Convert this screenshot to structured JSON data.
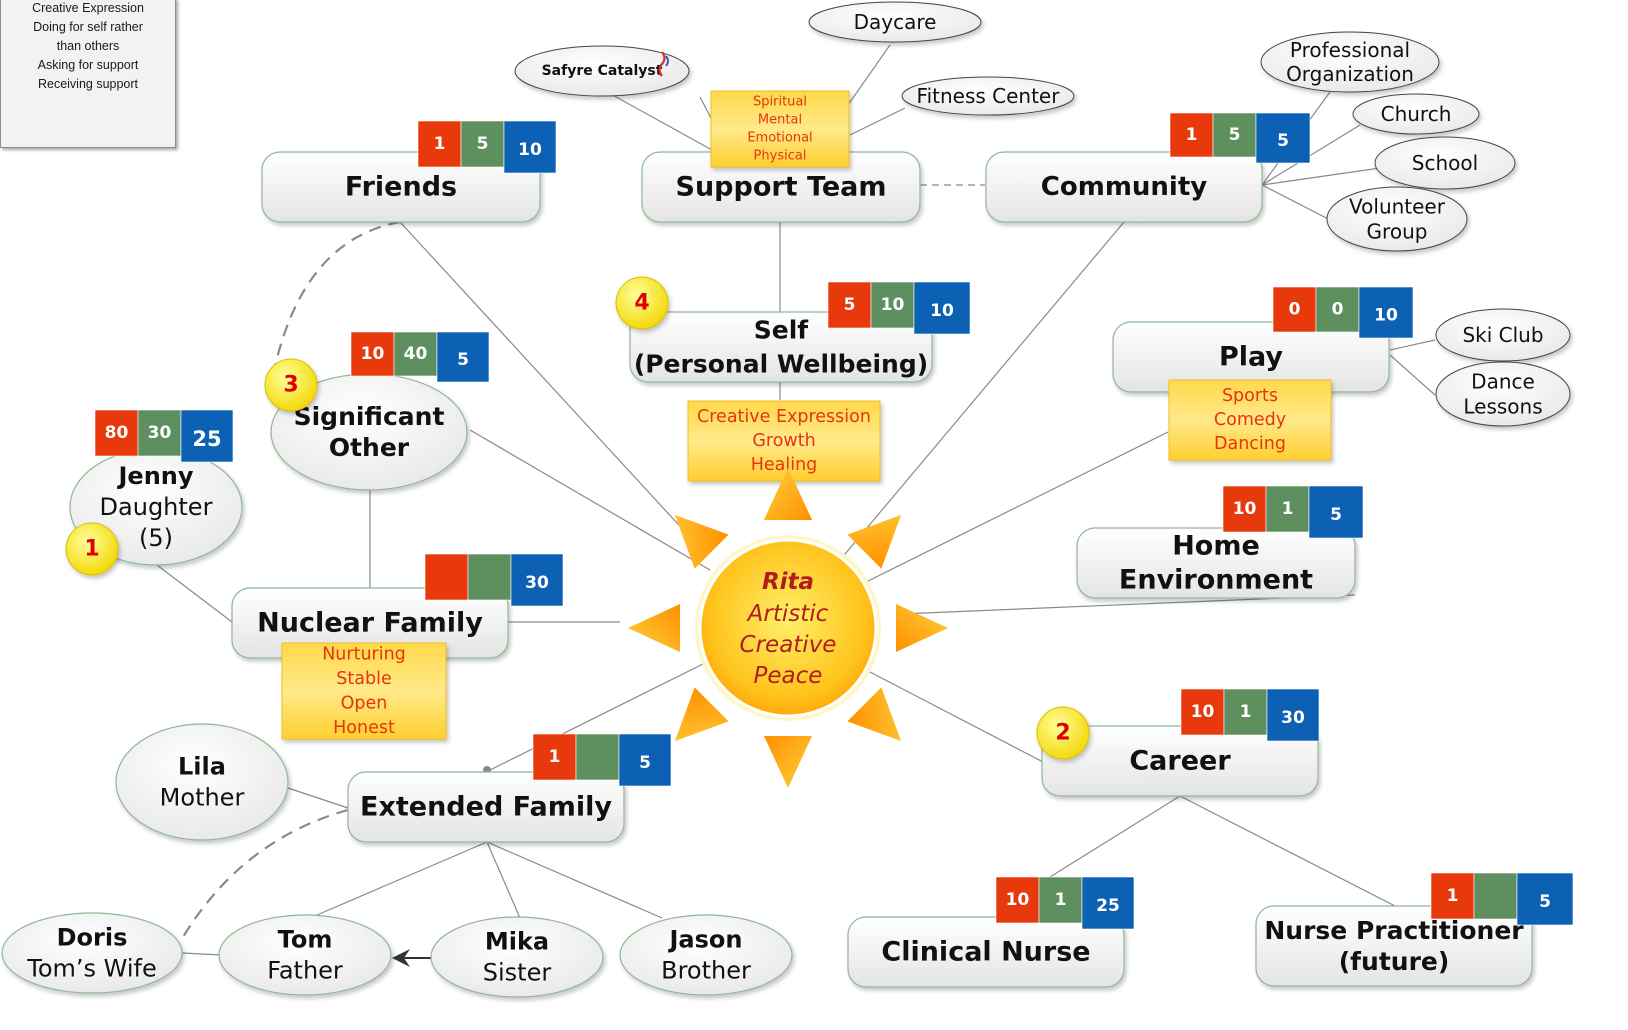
{
  "legend": {
    "items": [
      "Creative Expression",
      "Doing for self rather",
      "than others",
      "Asking for support",
      "Receiving support"
    ]
  },
  "center": {
    "name": "Rita",
    "lines": [
      "Artistic",
      "Creative",
      "Peace"
    ]
  },
  "nodes": {
    "friends": {
      "lines": [
        "Friends"
      ],
      "scores": [
        "1",
        "5",
        "10"
      ]
    },
    "support_team": {
      "lines": [
        "Support Team"
      ]
    },
    "community": {
      "lines": [
        "Community"
      ],
      "scores": [
        "1",
        "5",
        "5"
      ]
    },
    "self": {
      "lines": [
        "Self",
        "(Personal Wellbeing)"
      ],
      "scores": [
        "5",
        "10",
        "10"
      ]
    },
    "play": {
      "lines": [
        "Play"
      ],
      "scores": [
        "0",
        "0",
        "10"
      ]
    },
    "significant_other": {
      "lines": [
        "Significant",
        "Other"
      ],
      "scores": [
        "10",
        "40",
        "5"
      ]
    },
    "jenny": {
      "lines": [
        "Jenny",
        "Daughter",
        "(5)"
      ],
      "scores": [
        "80",
        "30",
        "25"
      ]
    },
    "nuclear_family": {
      "lines": [
        "Nuclear Family"
      ],
      "scores": [
        "",
        "",
        "30"
      ]
    },
    "home_environment": {
      "lines": [
        "Home",
        "Environment"
      ],
      "scores": [
        "10",
        "1",
        "5"
      ]
    },
    "career": {
      "lines": [
        "Career"
      ],
      "scores": [
        "10",
        "1",
        "30"
      ]
    },
    "extended_family": {
      "lines": [
        "Extended Family"
      ],
      "scores": [
        "1",
        "",
        "5"
      ]
    },
    "lila": {
      "lines": [
        "Lila",
        "Mother"
      ]
    },
    "doris": {
      "lines": [
        "Doris",
        "Tom’s Wife"
      ]
    },
    "tom": {
      "lines": [
        "Tom",
        "Father"
      ]
    },
    "mika": {
      "lines": [
        "Mika",
        "Sister"
      ]
    },
    "jason": {
      "lines": [
        "Jason",
        "Brother"
      ]
    },
    "clinical_nurse": {
      "lines": [
        "Clinical Nurse"
      ],
      "scores": [
        "10",
        "1",
        "25"
      ]
    },
    "nurse_practitioner": {
      "lines": [
        "Nurse Practitioner",
        "(future)"
      ],
      "scores": [
        "1",
        "",
        "5"
      ]
    }
  },
  "satellites": {
    "daycare": [
      "Daycare"
    ],
    "safyre": [
      "Safyre Catalyst"
    ],
    "fitness": [
      "Fitness Center"
    ],
    "professional": [
      "Professional",
      "Organization"
    ],
    "church": [
      "Church"
    ],
    "school": [
      "School"
    ],
    "volunteer": [
      "Volunteer",
      "Group"
    ],
    "ski": [
      "Ski Club"
    ],
    "dance": [
      "Dance",
      "Lessons"
    ]
  },
  "notes": {
    "support_team": [
      "Spiritual",
      "Mental",
      "Emotional",
      "Physical"
    ],
    "self": [
      "Creative Expression",
      "Growth",
      "Healing"
    ],
    "play": [
      "Sports",
      "Comedy",
      "Dancing"
    ],
    "nuclear_family": [
      "Nurturing",
      "Stable",
      "Open",
      "Honest"
    ]
  },
  "priorities": {
    "jenny": "1",
    "career": "2",
    "significant_other": "3",
    "self": "4"
  },
  "colors": {
    "score_red": "#e8390d",
    "score_green": "#5e8f5e",
    "score_blue": "#0d61b5",
    "note_text": "#e8340c",
    "center_text": "#b11d1d",
    "priority_text": "#e00000"
  }
}
